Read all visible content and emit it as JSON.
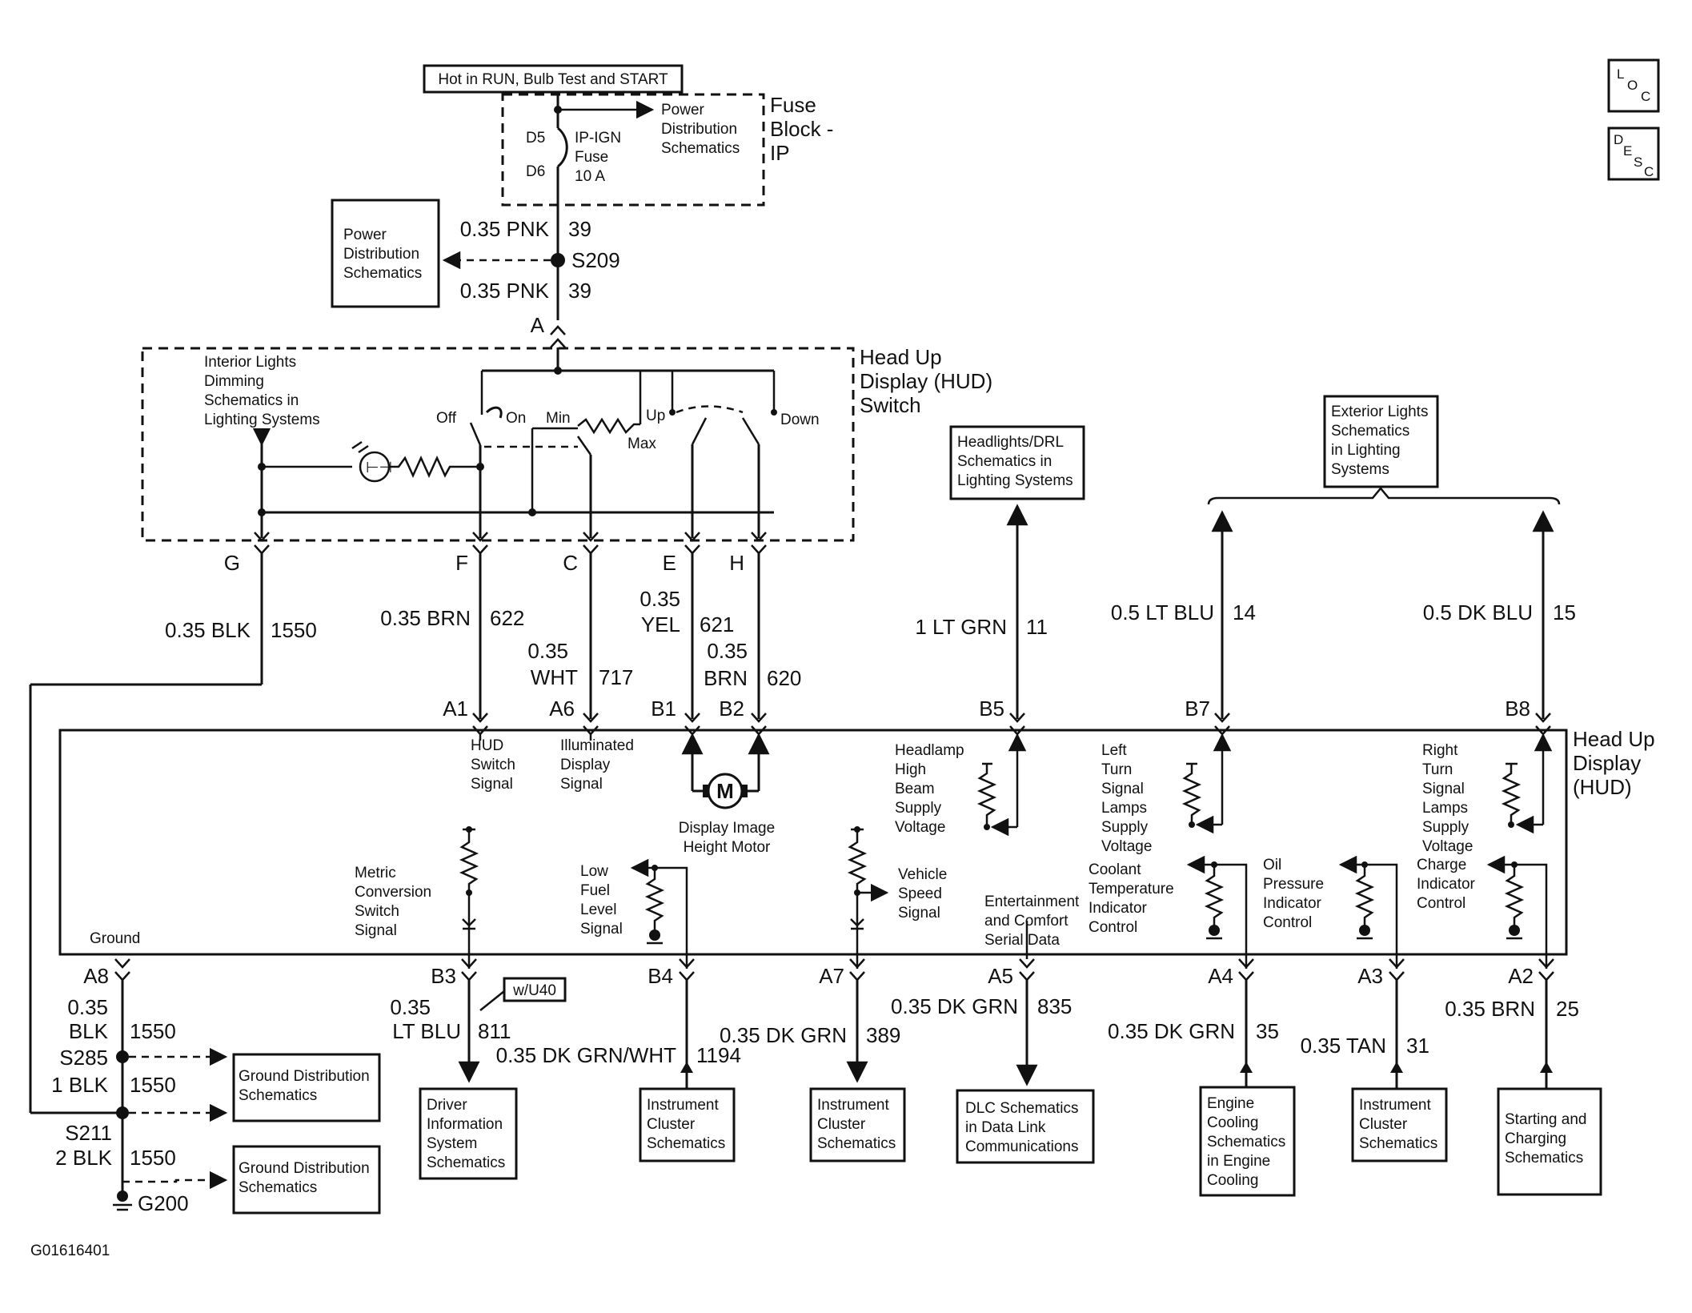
{
  "figure_id": "G01616401",
  "icons": {
    "loc": "LOC-icon",
    "desc": "DESC-icon",
    "ground": "ground-symbol",
    "motor": "motor-symbol"
  },
  "power": {
    "hot_label": "Hot in RUN, Bulb Test and START",
    "fuse_block": [
      "Fuse",
      "Block -",
      "IP"
    ],
    "fuse_pins": [
      "D5",
      "D6"
    ],
    "fuse_name": [
      "IP-IGN",
      "Fuse",
      "10 A"
    ],
    "power_dist_right": [
      "Power",
      "Distribution",
      "Schematics"
    ],
    "power_dist_left": [
      "Power",
      "Distribution",
      "Schematics"
    ],
    "wire_top": {
      "size_color": "0.35 PNK",
      "circuit": "39"
    },
    "splice": "S209",
    "wire_bottom": {
      "size_color": "0.35 PNK",
      "circuit": "39"
    },
    "connector": "A"
  },
  "switch": {
    "title": [
      "Head Up",
      "Display (HUD)",
      "Switch"
    ],
    "interior_ref": [
      "Interior Lights",
      "Dimming",
      "Schematics in",
      "Lighting Systems"
    ],
    "labels": {
      "off": "Off",
      "on": "On",
      "min": "Min",
      "max": "Max",
      "up": "Up",
      "down": "Down"
    },
    "pins": [
      "G",
      "F",
      "C",
      "E",
      "H"
    ]
  },
  "wires_mid": {
    "g": {
      "size_color": "0.35 BLK",
      "circuit": "1550"
    },
    "f": {
      "size_color": "0.35 BRN",
      "circuit": "622"
    },
    "c": {
      "size": "0.35",
      "color": "WHT",
      "circuit": "717"
    },
    "e": {
      "size": "0.35",
      "color": "YEL",
      "circuit": "621"
    },
    "h": {
      "size": "0.35",
      "color": "BRN",
      "circuit": "620"
    },
    "b5": {
      "size_color": "1 LT GRN",
      "circuit": "11"
    },
    "b7": {
      "size_color": "0.5 LT BLU",
      "circuit": "14"
    },
    "b8": {
      "size_color": "0.5 DK BLU",
      "circuit": "15"
    }
  },
  "refs_top": {
    "headlights": [
      "Headlights/DRL",
      "Schematics in",
      "Lighting Systems"
    ],
    "exterior": [
      "Exterior Lights",
      "Schematics",
      "in Lighting",
      "Systems"
    ]
  },
  "hud": {
    "title": [
      "Head Up",
      "Display",
      "(HUD)"
    ],
    "top_pins": [
      "A1",
      "A6",
      "B1",
      "B2",
      "B5",
      "B7",
      "B8"
    ],
    "bottom_pins": [
      "A8",
      "B3",
      "B4",
      "A7",
      "A5",
      "A4",
      "A3",
      "A2"
    ],
    "ground": "Ground",
    "hud_switch_signal": [
      "HUD",
      "Switch",
      "Signal"
    ],
    "illuminated_display": [
      "Illuminated",
      "Display",
      "Signal"
    ],
    "motor_letter": "M",
    "motor_label": [
      "Display Image",
      "Height Motor"
    ],
    "headlamp": [
      "Headlamp",
      "High",
      "Beam",
      "Supply",
      "Voltage"
    ],
    "left_turn": [
      "Left",
      "Turn",
      "Signal",
      "Lamps",
      "Supply",
      "Voltage"
    ],
    "right_turn": [
      "Right",
      "Turn",
      "Signal",
      "Lamps",
      "Supply",
      "Voltage"
    ],
    "metric": [
      "Metric",
      "Conversion",
      "Switch",
      "Signal"
    ],
    "low_fuel": [
      "Low",
      "Fuel",
      "Level",
      "Signal"
    ],
    "vehicle_speed": [
      "Vehicle",
      "Speed",
      "Signal"
    ],
    "entertainment": [
      "Entertainment",
      "and Comfort",
      "Serial Data"
    ],
    "coolant": [
      "Coolant",
      "Temperature",
      "Indicator",
      "Control"
    ],
    "oil": [
      "Oil",
      "Pressure",
      "Indicator",
      "Control"
    ],
    "charge": [
      "Charge",
      "Indicator",
      "Control"
    ]
  },
  "wires_bottom": {
    "a8": {
      "size": "0.35",
      "color": "BLK",
      "circuit": "1550"
    },
    "b3": {
      "size": "0.35",
      "color": "LT BLU",
      "circuit": "811"
    },
    "b4": {
      "size_color": "0.35 DK GRN/WHT",
      "circuit": "1194"
    },
    "a7": {
      "size_color": "0.35 DK GRN",
      "circuit": "389"
    },
    "a5": {
      "size_color": "0.35 DK GRN",
      "circuit": "835"
    },
    "a4": {
      "size_color": "0.35 DK GRN",
      "circuit": "35"
    },
    "a3": {
      "size_color": "0.35 TAN",
      "circuit": "31"
    },
    "a2": {
      "size_color": "0.35 BRN",
      "circuit": "25"
    },
    "wu40": "w/U40"
  },
  "ground_chain": {
    "s285": "S285",
    "s285_wire": {
      "size_color": "1 BLK",
      "circuit": "1550"
    },
    "s211": "S211",
    "s211_wire": {
      "size_color": "2 BLK",
      "circuit": "1550"
    },
    "g200": "G200",
    "ground_dist_1": [
      "Ground Distribution",
      "Schematics"
    ],
    "ground_dist_2": [
      "Ground Distribution",
      "Schematics"
    ]
  },
  "refs_bottom": {
    "dic": [
      "Driver",
      "Information",
      "System",
      "Schematics"
    ],
    "ic1": [
      "Instrument",
      "Cluster",
      "Schematics"
    ],
    "ic2": [
      "Instrument",
      "Cluster",
      "Schematics"
    ],
    "dlc": [
      "DLC Schematics",
      "in Data Link",
      "Communications"
    ],
    "eng": [
      "Engine",
      "Cooling",
      "Schematics",
      "in Engine",
      "Cooling"
    ],
    "ic3": [
      "Instrument",
      "Cluster",
      "Schematics"
    ],
    "start": [
      "Starting and",
      "Charging",
      "Schematics"
    ]
  }
}
